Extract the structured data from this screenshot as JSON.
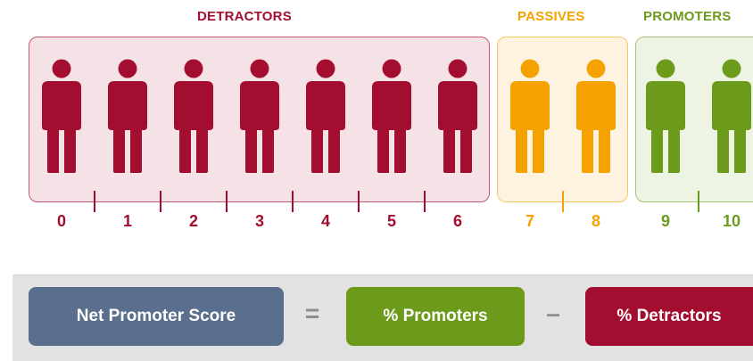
{
  "groups": [
    {
      "label": "DETRACTORS",
      "color": "#a30d2f",
      "fill": "#f5e2e6",
      "border": "#c6596f",
      "scores": [
        "0",
        "1",
        "2",
        "3",
        "4",
        "5",
        "6"
      ]
    },
    {
      "label": "PASSIVES",
      "color": "#f5a100",
      "fill": "#fdf3e0",
      "border": "#f7c860",
      "scores": [
        "7",
        "8"
      ]
    },
    {
      "label": "PROMOTERS",
      "color": "#6c9a1b",
      "fill": "#eef4e3",
      "border": "#a5c576",
      "scores": [
        "9",
        "10"
      ]
    }
  ],
  "formula": {
    "nps_label": "Net Promoter Score",
    "equals": "=",
    "promoters_label": "% Promoters",
    "minus": "–",
    "detractors_label": "% Detractors",
    "colors": {
      "nps": "#5a6e8e",
      "promoters": "#6c9a1b",
      "detractors": "#a30d2f"
    }
  }
}
